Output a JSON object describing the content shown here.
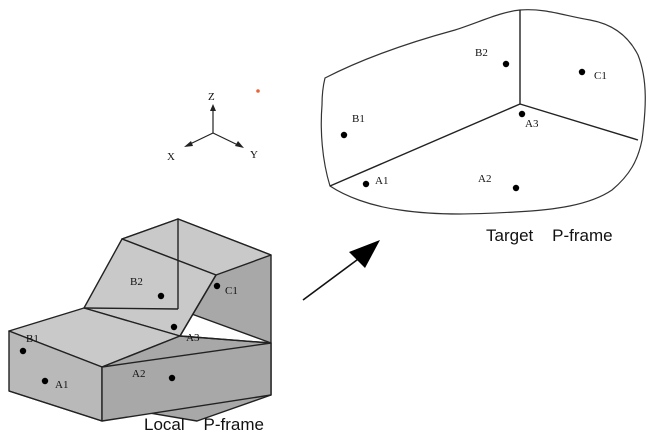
{
  "axes": {
    "z_label": "Z",
    "x_label": "X",
    "y_label": "Y"
  },
  "local_frame": {
    "caption": "Local    P-frame",
    "points": {
      "b1": "B1",
      "a1": "A1",
      "a2": "A2",
      "a3": "A3",
      "b2": "B2",
      "c1": "C1"
    }
  },
  "target_frame": {
    "caption": "Target    P-frame",
    "points": {
      "b2": "B2",
      "c1": "C1",
      "b1": "B1",
      "a3": "A3",
      "a1": "A1",
      "a2": "A2"
    }
  },
  "colors": {
    "accent_dot": "#e8653a",
    "line": "#222222",
    "face_light": "#c9c9c9",
    "face_dark": "#a8a8a8"
  }
}
